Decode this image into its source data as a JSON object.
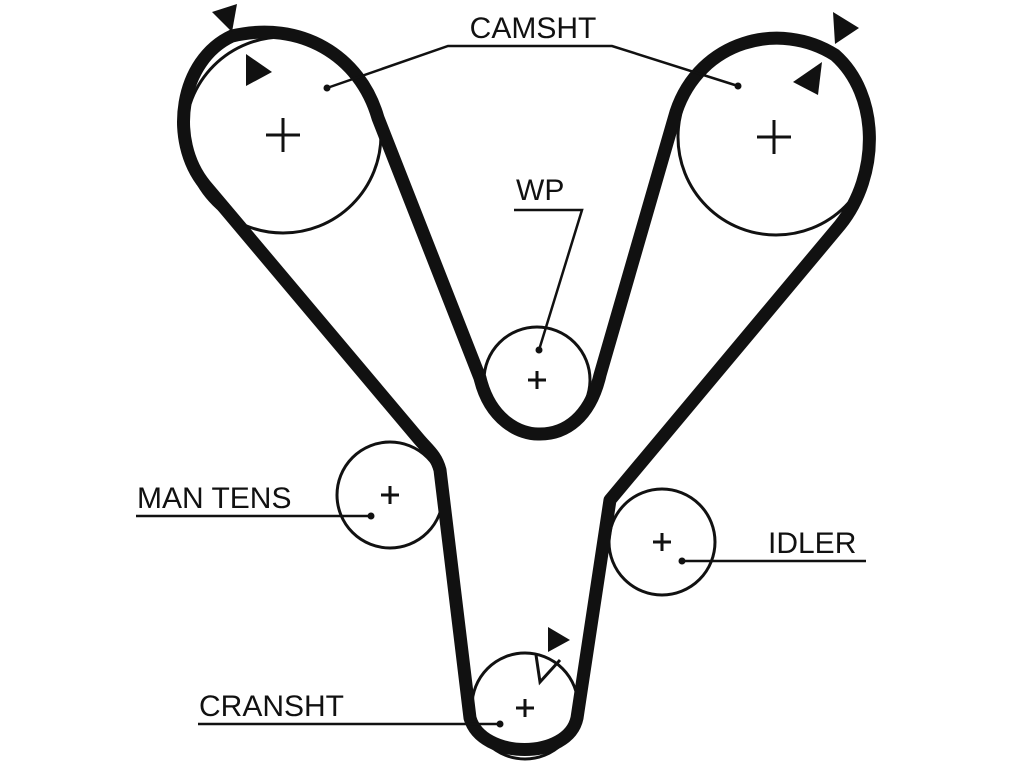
{
  "diagram": {
    "labels": {
      "camshaft": "CAMSHT",
      "water_pump": "WP",
      "manual_tensioner": "MAN TENS",
      "idler": "IDLER",
      "crankshaft": "CRANSHT"
    },
    "colors": {
      "line": "#111111",
      "background": "#ffffff"
    },
    "icons": {
      "timing_mark": "triangle-marker-icon",
      "pulley_center": "plus-icon"
    }
  }
}
